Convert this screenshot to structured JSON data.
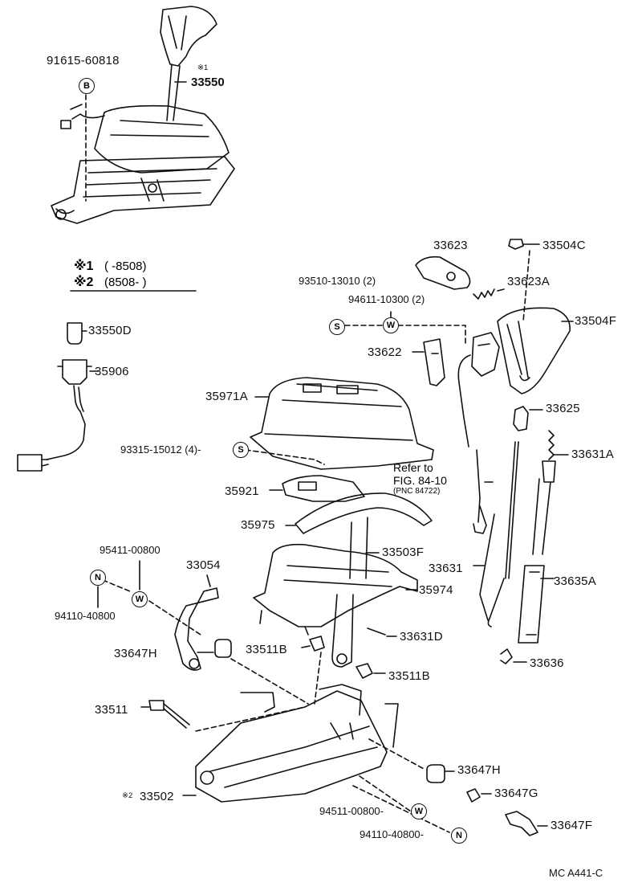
{
  "labels": {
    "p91615": "91615-60818",
    "b1": "B",
    "note1": "※1",
    "p33550": "33550",
    "legend1_mark": "※1",
    "legend1_val": "(      -8508)",
    "legend2_mark": "※2",
    "legend2_val": "(8508-        )",
    "p33550D": "33550D",
    "p35906": "35906",
    "p33623": "33623",
    "p33504C": "33504C",
    "p93510": "93510-13010 (2)",
    "p33623A": "33623A",
    "p94611": "94611-10300 (2)",
    "s1": "S",
    "w1": "W",
    "p33504F": "33504F",
    "p33622": "33622",
    "p35971A": "35971A",
    "p33625": "33625",
    "p93315": "93315-15012 (4)-",
    "s2": "S",
    "p33631A": "33631A",
    "ref_line1": "Refer to",
    "ref_line2": "FIG. 84-10",
    "ref_line3": "(PNC 84722)",
    "p35921": "35921",
    "p35975": "35975",
    "p95411": "95411-00800",
    "p33054": "33054",
    "p33503F": "33503F",
    "n1": "N",
    "w2": "W",
    "p33631": "33631",
    "p33635A": "33635A",
    "p35974": "35974",
    "p94110a": "94110-40800",
    "p33631D": "33631D",
    "p33647H_a": "33647H",
    "p33511B_a": "33511B",
    "p33636": "33636",
    "p33511B_b": "33511B",
    "p33511": "33511",
    "p33647H_b": "33647H",
    "note2": "※2",
    "p33502": "33502",
    "p33647G": "33647G",
    "p94511": "94511-00800-",
    "w3": "W",
    "p33647F": "33647F",
    "p94110b": "94110-40800-",
    "n2": "N",
    "code": "MC A441-C"
  }
}
